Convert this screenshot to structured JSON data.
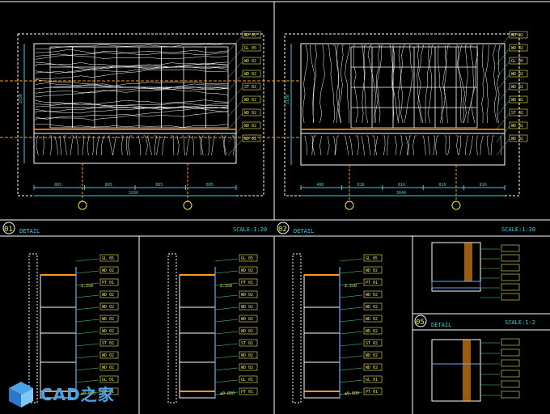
{
  "colors": {
    "background": "#000000",
    "frame": "#ffffff",
    "dims": "#2fd2e0",
    "tags": "#e9e95a",
    "accent": "#ff9a1a",
    "leader": "#58e07a",
    "grid": "#5ab0ff"
  },
  "elevation_1": {
    "width_label": "3200",
    "segments": [
      "805",
      "805",
      "805",
      "805"
    ],
    "height_label": "2150",
    "tags": [
      "WD 02",
      "GL 05",
      "WD 02",
      "WD 02",
      "ST 02",
      "WD 02",
      "WD 02",
      "WD 02",
      "WD 02"
    ]
  },
  "elevation_2": {
    "width_label": "3640",
    "segments": [
      "400",
      "816",
      "816",
      "816",
      "816"
    ],
    "height_label": "2150",
    "tags": [
      "WD 02",
      "WD 02",
      "GL 05",
      "WD 02",
      "WD 02",
      "WD 02",
      "ST 02",
      "WD 02",
      "WD 02"
    ]
  },
  "detail_bars": [
    {
      "num": "01",
      "title": "DETAIL",
      "scale": "SCALE:1:20"
    },
    {
      "num": "02",
      "title": "DETAIL",
      "scale": "SCALE:1:20"
    },
    {
      "num": "05",
      "title": "DETAIL",
      "scale": "SCALE:1:2"
    }
  ],
  "sections": {
    "level_top": "2.250",
    "level_bottom": "±0.000",
    "tags": [
      "GL 05",
      "WD 02",
      "PT 01",
      "WD 02",
      "WD 02",
      "WD 02",
      "WD 02",
      "ST 02",
      "WD 02",
      "WD 02",
      "GL 01",
      "PT 01"
    ]
  },
  "watermark": {
    "logo": "CAD之家",
    "icon": "cube-logo-icon"
  }
}
